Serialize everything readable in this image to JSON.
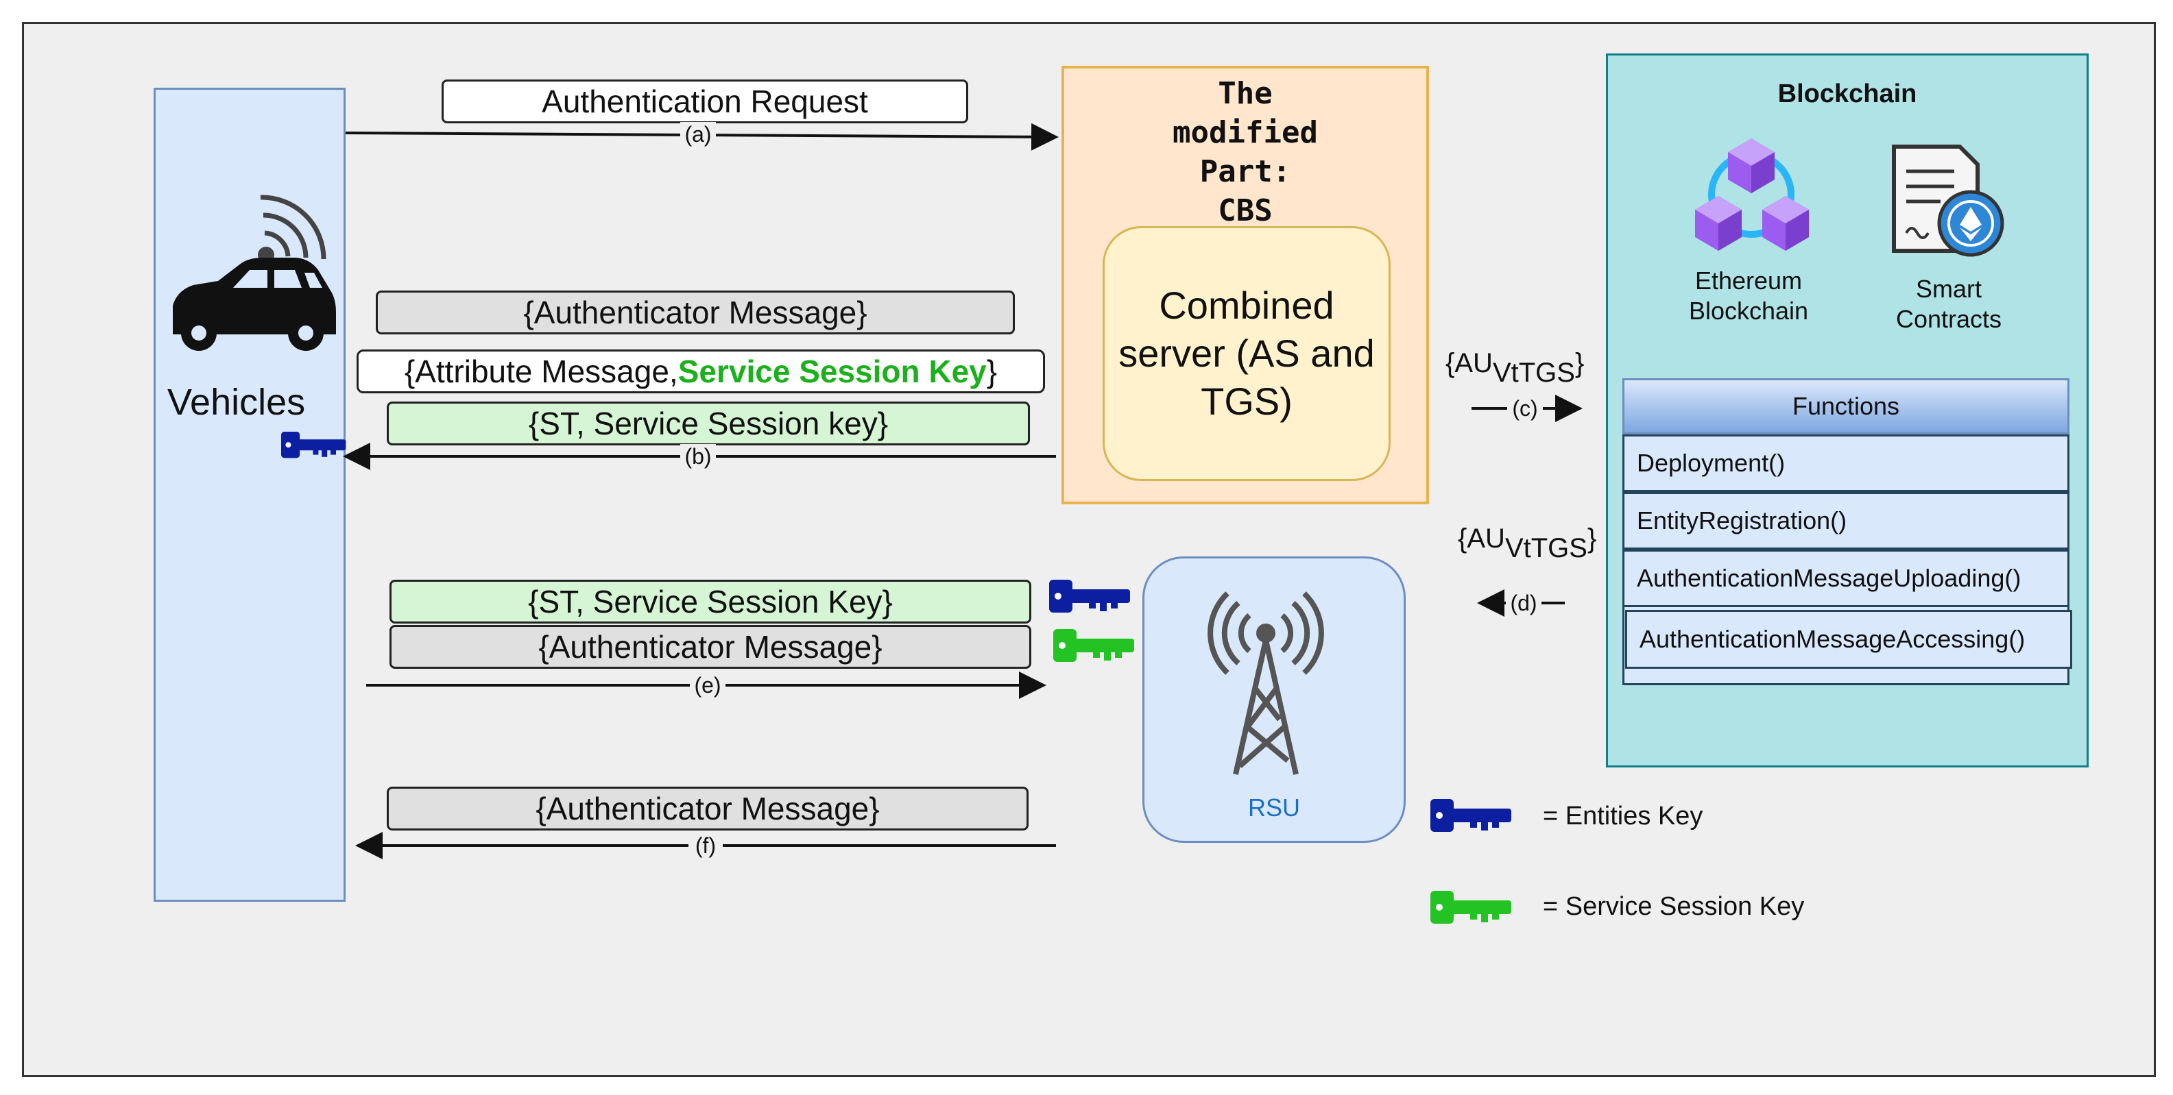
{
  "diagram": {
    "vehicles": {
      "label": "Vehicles"
    },
    "cbs": {
      "title": "The\nmodified\nPart:\nCBS",
      "server": "Combined server (AS and TGS)"
    },
    "blockchain": {
      "title": "Blockchain",
      "ethereum_label": "Ethereum\nBlockchain",
      "contracts_label": "Smart\nContracts",
      "functions": {
        "header": "Functions",
        "rows": [
          "Deployment()",
          "EntityRegistration()",
          "AuthenticationMessageUploading()",
          "AuthenticationMessageAccessing()"
        ]
      }
    },
    "rsu": {
      "label": "RSU"
    },
    "messages": {
      "auth_request": "Authentication Request",
      "b_authenticator": "{Authenticator Message}",
      "b_attribute_prefix": "{Attribute Message, ",
      "b_attribute_key": "Service Session Key",
      "b_attribute_suffix": "}",
      "b_st": "{ST, Service Session key}",
      "e_st": "{ST, Service Session Key}",
      "e_authenticator": "{Authenticator Message}",
      "f_authenticator": "{Authenticator Message}"
    },
    "steps": {
      "a": "(a)",
      "b": "(b)",
      "c": "(c)",
      "d": "(d)",
      "e": "(e)",
      "f": "(f)"
    },
    "au_labels": {
      "c_prefix": "{AU",
      "c_sub": "VtTGS",
      "c_suffix": "}",
      "d_prefix": "{AU",
      "d_sub": "VtTGS",
      "d_suffix": "}"
    },
    "legend": {
      "entities": "= Entities Key",
      "session": "= Service Session Key"
    },
    "colors": {
      "entities_key": "#0b1fa0",
      "session_key": "#22c322",
      "accent_green_text": "#1db01d"
    },
    "icons": [
      "car-icon",
      "wifi-icon",
      "key-icon",
      "ethereum-cube-icon",
      "smart-contract-icon",
      "antenna-tower-icon"
    ]
  }
}
